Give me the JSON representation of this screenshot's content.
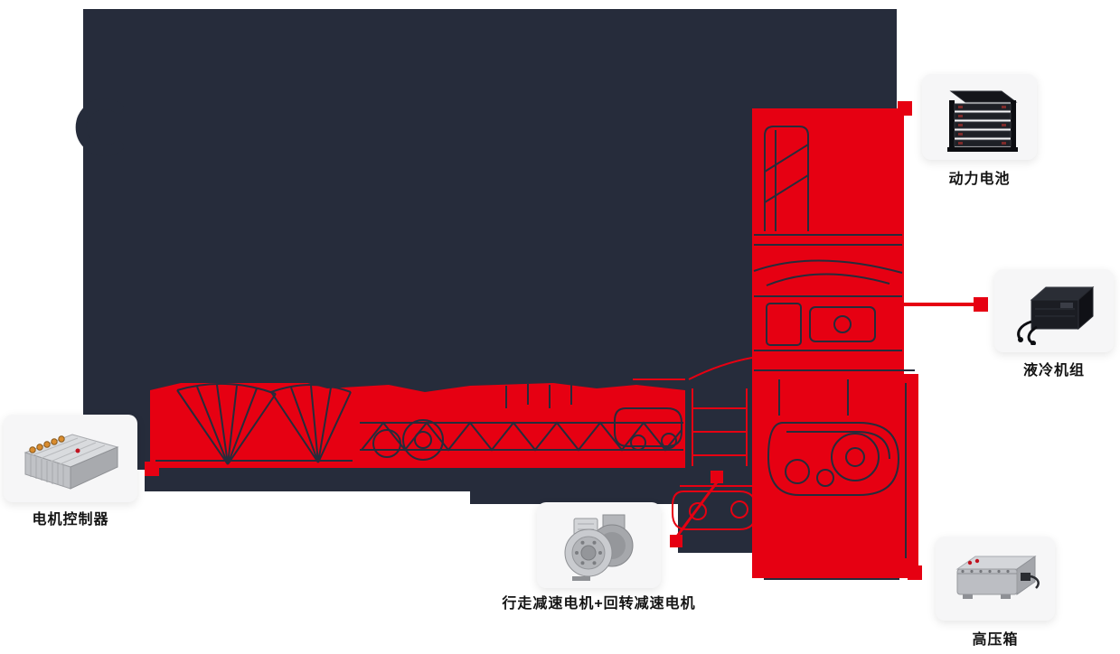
{
  "colors": {
    "machine_body": "#262c3b",
    "highlight_red": "#e60012",
    "card_background": "#f6f6f7",
    "label_text": "#141414",
    "background": "#ffffff"
  },
  "components": [
    {
      "id": "power-battery",
      "label": "动力电池",
      "icon": "battery-pack-icon"
    },
    {
      "id": "liquid-cooling-unit",
      "label": "液冷机组",
      "icon": "liquid-cooling-unit-icon"
    },
    {
      "id": "high-voltage-box",
      "label": "高压箱",
      "icon": "high-voltage-box-icon"
    },
    {
      "id": "travel-and-slewing-reduction-motors",
      "label": "行走减速电机+回转减速电机",
      "icon": "reduction-motor-icon"
    },
    {
      "id": "motor-controller",
      "label": "电机控制器",
      "icon": "motor-controller-icon"
    }
  ]
}
